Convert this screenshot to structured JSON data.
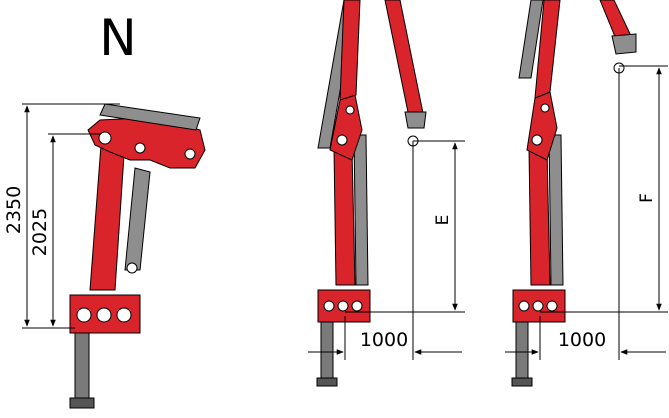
{
  "title": "N",
  "colors": {
    "crane_red": "#d8242a",
    "crane_dark_red": "#a81b20",
    "stow_grey": "#8e8e8e",
    "stow_grey_dark": "#6d6d6d",
    "base_grey": "#7a7a7a",
    "line": "#000000"
  },
  "figures": [
    {
      "name": "stowed",
      "dimensions": [
        {
          "label": "2350",
          "meaning": "overall stowed height"
        },
        {
          "label": "2025",
          "meaning": "height to boom pivot"
        }
      ]
    },
    {
      "name": "working-position-E",
      "dimensions": [
        {
          "label": "E",
          "meaning": "lifting height"
        },
        {
          "label": "1000",
          "meaning": "horizontal offset"
        }
      ]
    },
    {
      "name": "working-position-F",
      "dimensions": [
        {
          "label": "F",
          "meaning": "lifting height"
        },
        {
          "label": "1000",
          "meaning": "horizontal offset"
        }
      ]
    }
  ]
}
